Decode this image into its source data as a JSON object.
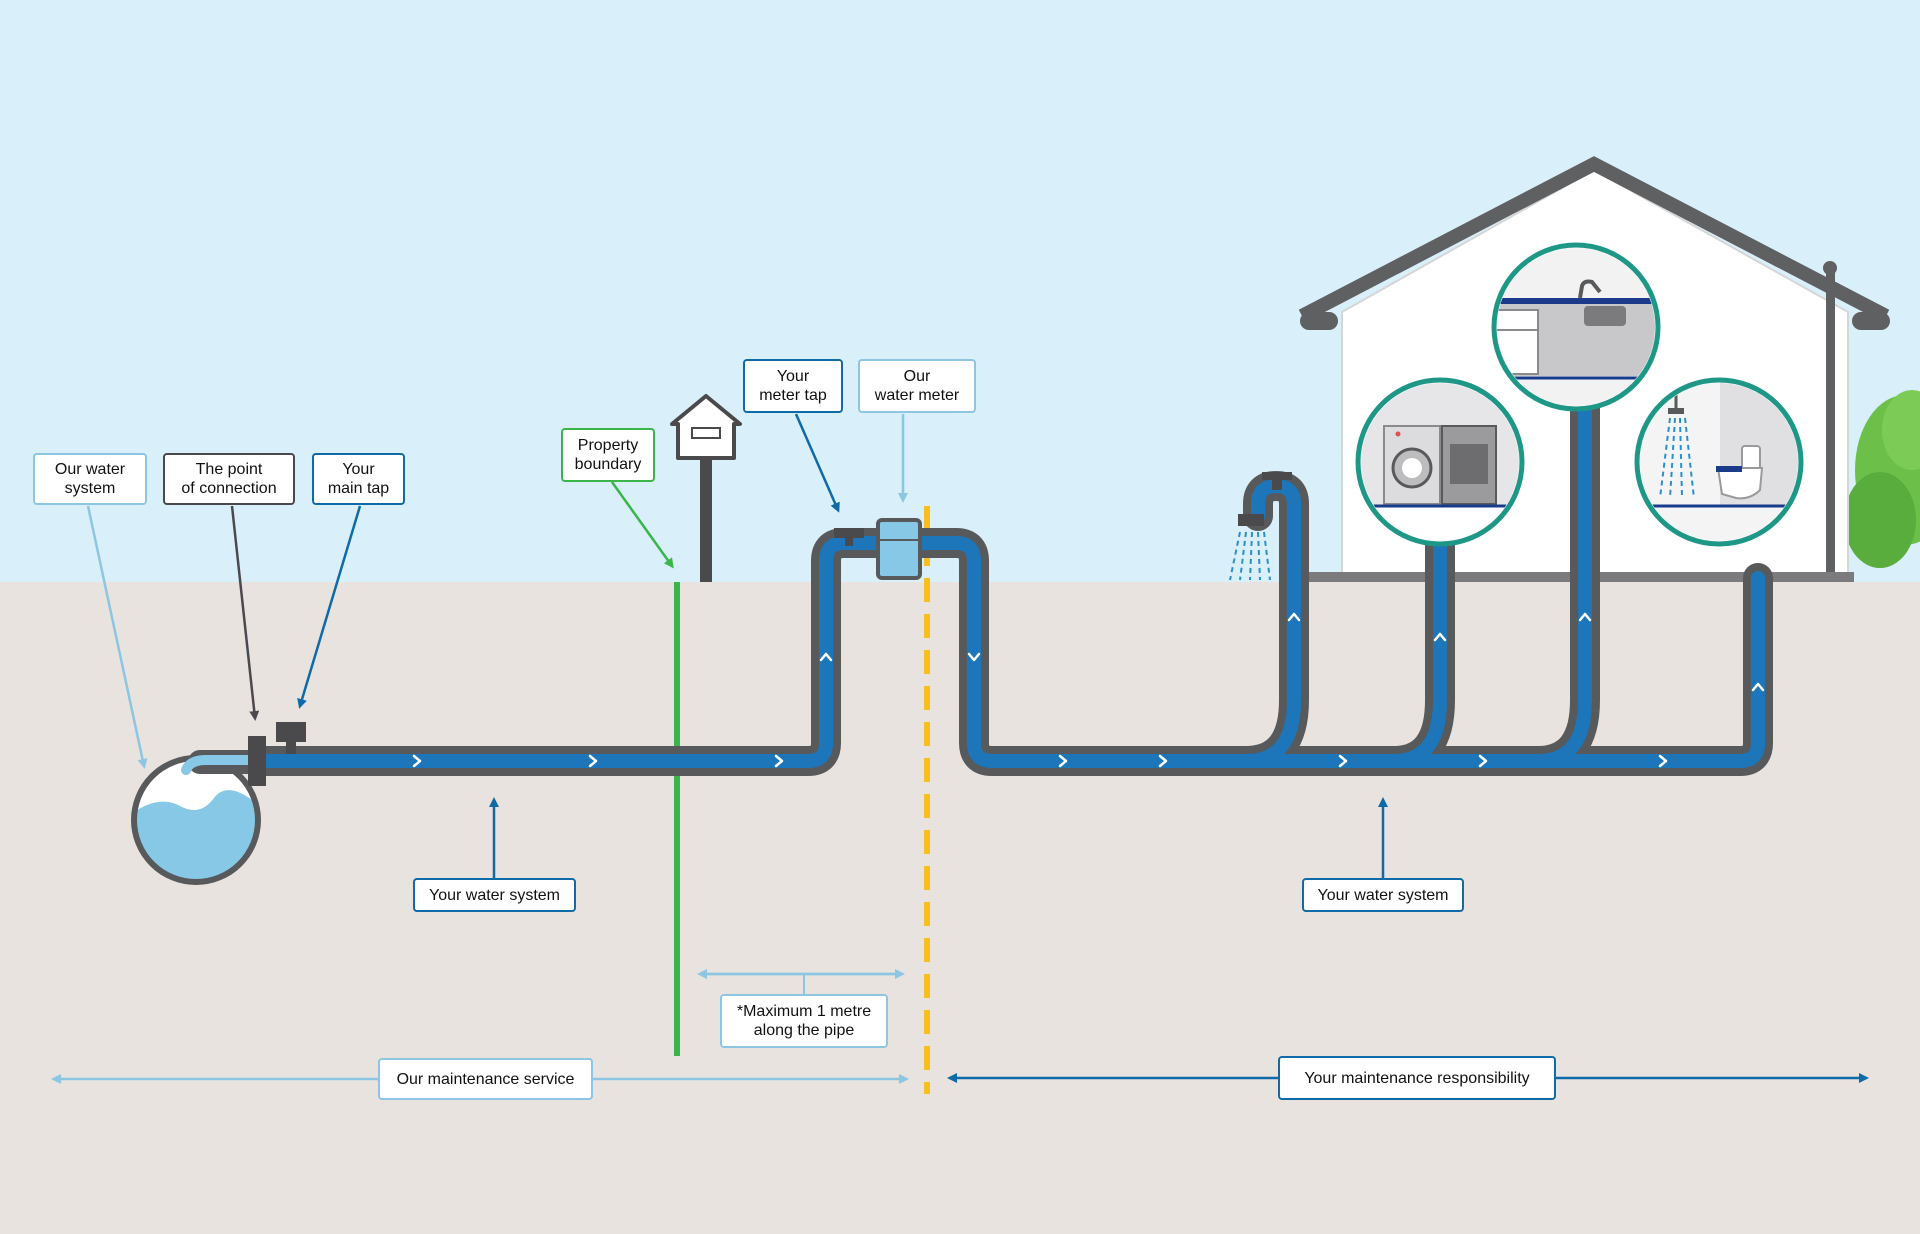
{
  "colors": {
    "sky": "#d9effa",
    "ground": "#e8e3df",
    "pipe_outer": "#58595b",
    "pipe_water": "#1d76b9",
    "light_blue": "#8cc6e2",
    "dark_blue": "#0f6aa8",
    "boundary_green": "#3ab54a",
    "meter_line_yellow": "#f6bf1f",
    "house_wall": "#ffffff",
    "roof": "#5f6062",
    "circle_teal": "#1e9787",
    "bush_green": "#6cc04a"
  },
  "icons": [
    "reservoir-icon",
    "mailbox-icon",
    "outdoor-tap-icon",
    "washing-machine-icon",
    "dryer-icon",
    "kitchen-sink-icon",
    "oven-icon",
    "shower-icon",
    "toilet-icon",
    "bush-icon"
  ],
  "labels": {
    "our_water_system": "Our water\nsystem",
    "point_of_connection": "The point\nof connection",
    "your_main_tap": "Your\nmain tap",
    "property_boundary": "Property\nboundary",
    "your_meter_tap": "Your\nmeter tap",
    "our_water_meter": "Our\nwater meter",
    "your_water_system_left": "Your water system",
    "your_water_system_right": "Your water system",
    "maximum_note": "*Maximum 1 metre\nalong the pipe",
    "our_maintenance_service": "Our maintenance service",
    "your_maintenance_responsibility": "Your maintenance responsibility"
  }
}
